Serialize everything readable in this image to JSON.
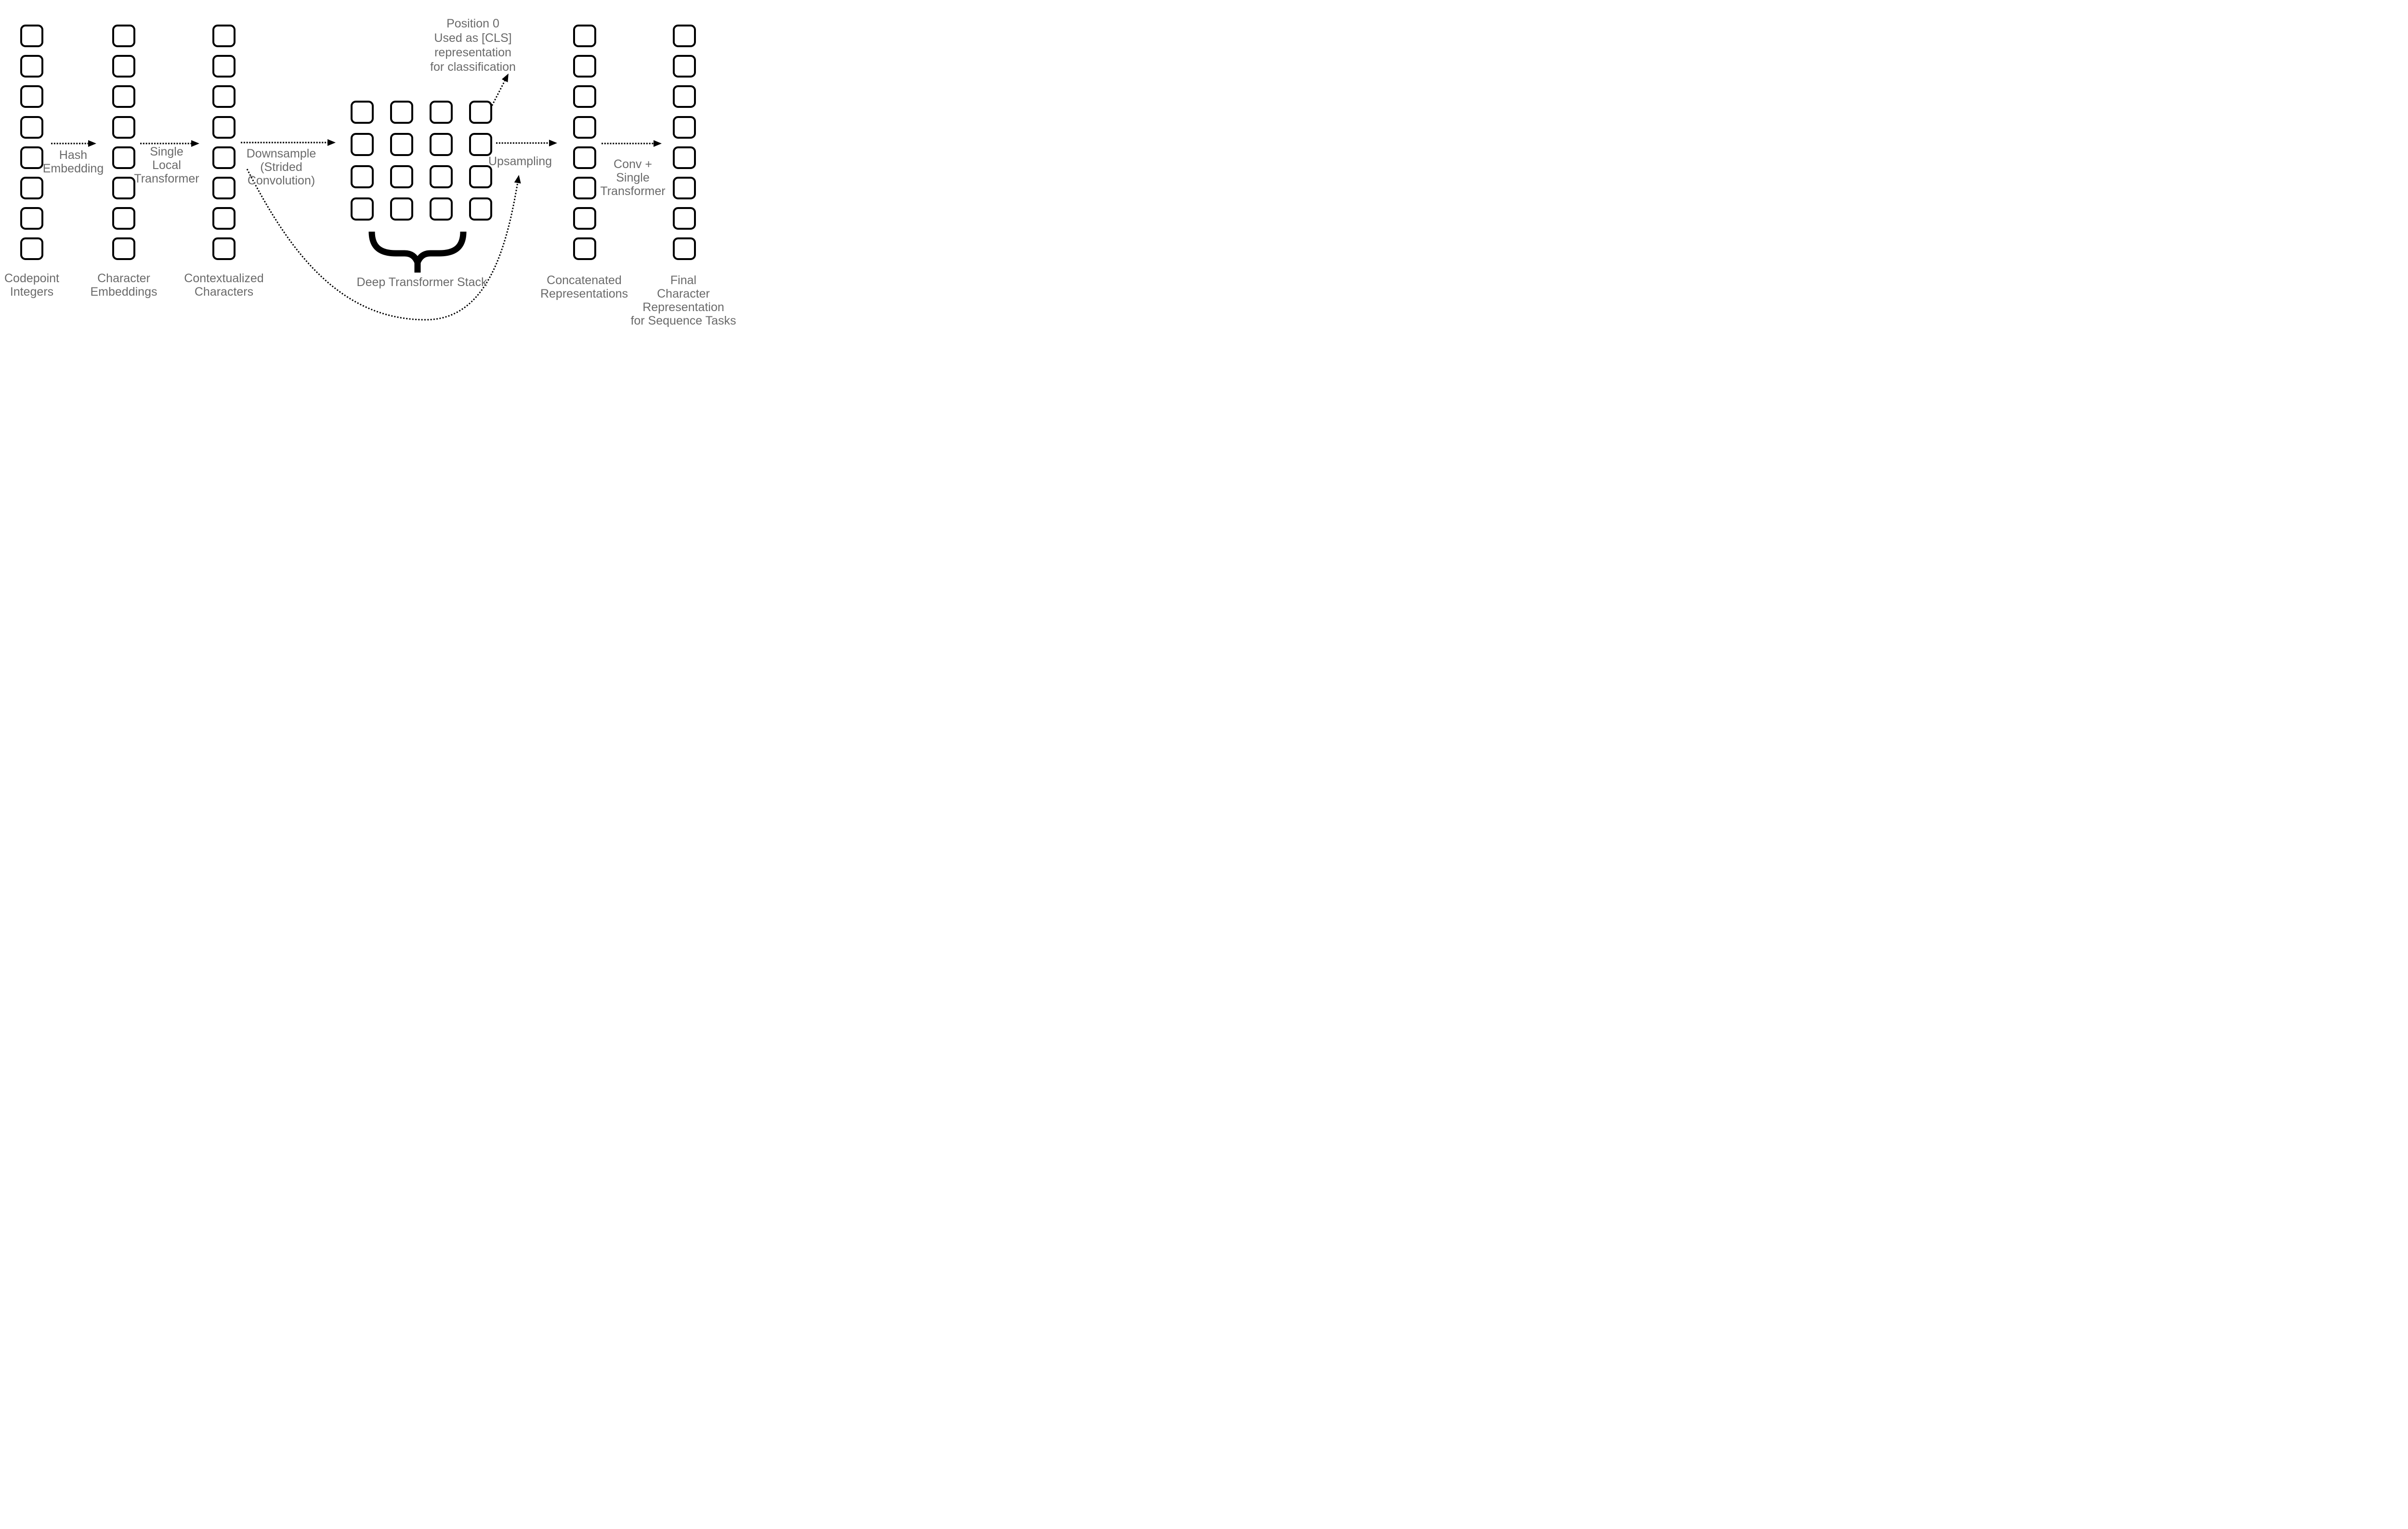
{
  "colors": {
    "box_border": "#000000",
    "arrow": "#000000",
    "label_text": "#6a6a6a",
    "canvas_bg": "#ffffff"
  },
  "columns": [
    {
      "id": "codepoint-integers",
      "label_lines": [
        "Codepoint",
        "Integers"
      ],
      "box_count": 8
    },
    {
      "id": "character-embeddings",
      "label_lines": [
        "Character",
        "Embeddings"
      ],
      "box_count": 8
    },
    {
      "id": "contextualized-characters",
      "label_lines": [
        "Contextualized",
        "Characters"
      ],
      "box_count": 8
    },
    {
      "id": "concatenated-representations",
      "label_lines": [
        "Concatenated",
        "Representations"
      ],
      "box_count": 8
    },
    {
      "id": "final-character-representation",
      "label_lines": [
        "Final",
        "Character",
        "Representation",
        "for Sequence Tasks"
      ],
      "box_count": 8
    }
  ],
  "grid": {
    "id": "deep-transformer-stack",
    "rows": 4,
    "cols": 4,
    "box_count": 16,
    "label": "Deep Transformer Stack"
  },
  "arrows": [
    {
      "id": "hash-embedding",
      "label_lines": [
        "Hash",
        "Embedding"
      ]
    },
    {
      "id": "single-local-transformer",
      "label_lines": [
        "Single",
        "Local",
        "Transformer"
      ]
    },
    {
      "id": "downsample",
      "label_lines": [
        "Downsample",
        "(Strided",
        "Convolution)"
      ]
    },
    {
      "id": "upsampling",
      "label_lines": [
        "Upsampling"
      ]
    },
    {
      "id": "conv-single-transformer",
      "label_lines": [
        "Conv +",
        "Single",
        "Transformer"
      ]
    }
  ],
  "annotations": [
    {
      "id": "cls-note",
      "label_lines": [
        "Position 0",
        "Used as [CLS]",
        "representation",
        "for classification"
      ]
    }
  ]
}
